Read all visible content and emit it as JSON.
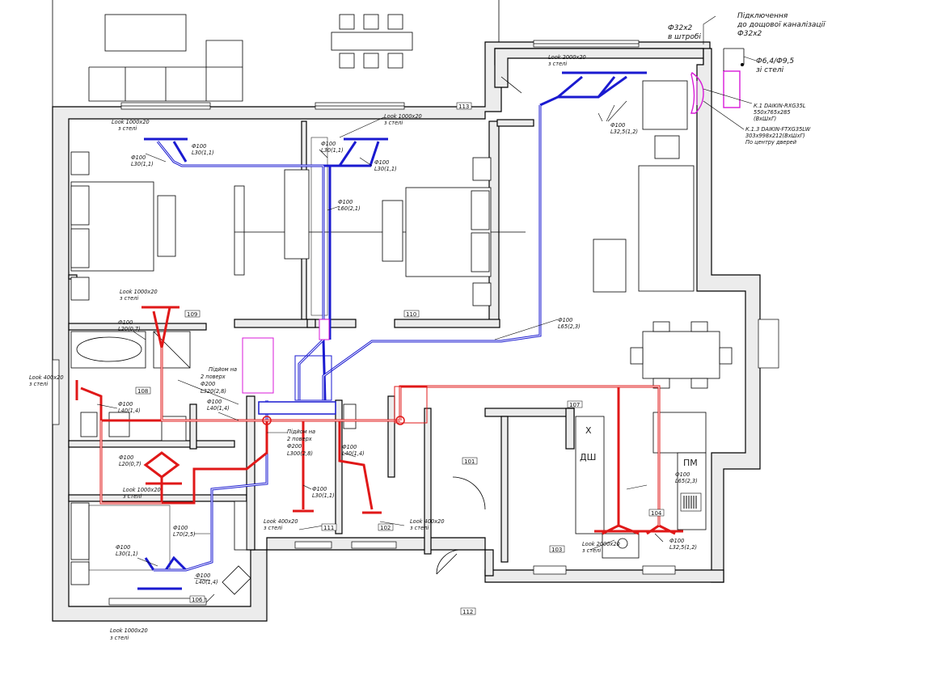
{
  "colors": {
    "supply": "#e01818",
    "exhaust": "#1a1ad0",
    "indoor_unit": "#d81ad8"
  },
  "rooms": [
    {
      "id": "r101",
      "label": "101"
    },
    {
      "id": "r102",
      "label": "102"
    },
    {
      "id": "r103",
      "label": "103"
    },
    {
      "id": "r104",
      "label": "104"
    },
    {
      "id": "r106",
      "label": "106"
    },
    {
      "id": "r107",
      "label": "107"
    },
    {
      "id": "r108",
      "label": "108"
    },
    {
      "id": "r109",
      "label": "109"
    },
    {
      "id": "r110",
      "label": "110"
    },
    {
      "id": "r111",
      "label": "111"
    },
    {
      "id": "r112",
      "label": "112"
    },
    {
      "id": "r113",
      "label": "113"
    }
  ],
  "kitchen": {
    "fridge": "Х",
    "dishwasher": "ДШ",
    "washer": "ПМ"
  },
  "drain": {
    "title_1": "Підключення",
    "title_2": "до дощової каналізації",
    "title_3": "Ф32х2",
    "in_wall_1": "Ф32х2",
    "in_wall_2": "в штробі",
    "pipes_1": "Ф6,4/Ф9,5",
    "pipes_2": "зі стелі"
  },
  "units": {
    "outdoor_1": "К.1 DAIKIN-RXG35L",
    "outdoor_2": "550х765х285",
    "outdoor_3": "(ВхШхГ)",
    "indoor_1": "К.1.3 DAIKIN-FTXG35LW",
    "indoor_2": "303х998х212(ВхШхГ)",
    "indoor_3": "По центру дверей"
  },
  "labels": {
    "look_top_right": [
      "Look 2000х20",
      "з стелі"
    ],
    "look_bed1": [
      "Look 1000х20",
      "з стелі"
    ],
    "look_bed2": [
      "Look 1000х20",
      "з стелі"
    ],
    "look_bath": [
      "Look 1000х20",
      "з стелі"
    ],
    "look_left": [
      "Look 400х20",
      "з стелі"
    ],
    "look_mid_left": [
      "Look 1000х20",
      "з стелі"
    ],
    "look_bottom": [
      "Look 1000х20",
      "з стелі"
    ],
    "look_111": [
      "Look 400х20",
      "з стелі"
    ],
    "look_102": [
      "Look 400х20",
      "з стелі"
    ],
    "look_kitchen": [
      "Look 2000х20",
      "з стелі"
    ],
    "d_bed1": [
      "Ф100",
      "L30(1,1)"
    ],
    "d_bed1b": [
      "Ф100",
      "L30(1,1)"
    ],
    "d_bed2a": [
      "Ф100",
      "L30(1,1)"
    ],
    "d_bed2b": [
      "Ф100",
      "L30(1,1)"
    ],
    "d_l60": [
      "Ф100",
      "L60(2,1)"
    ],
    "d_top_right": [
      "Ф100",
      "L32,5(1,2)"
    ],
    "d_l65": [
      "Ф100",
      "L65(2,3)"
    ],
    "d_bath": [
      "Ф100",
      "L20(0,7)"
    ],
    "d_108": [
      "Ф100",
      "L40(1,4)"
    ],
    "d_l20": [
      "Ф100",
      "L20(0,7)"
    ],
    "podium1": [
      "Підйом на",
      "2 поверх",
      "Ф200",
      "L320(2,8)"
    ],
    "d_l40a": [
      "Ф100",
      "L40(1,4)"
    ],
    "podium2": [
      "Підйом на",
      "2 поверх",
      "Ф200",
      "L300(2,8)"
    ],
    "d_l40b": [
      "Ф100",
      "L40(1,4)"
    ],
    "d_111": [
      "Ф100",
      "L30(1,1)"
    ],
    "d_l70": [
      "Ф100",
      "L70(2,5)"
    ],
    "d_107": [
      "Ф100",
      "L30(1,1)"
    ],
    "d_l40c": [
      "Ф100",
      "L40(1,4)"
    ],
    "d_kit_65": [
      "Ф100",
      "L65(2,3)"
    ],
    "d_kit_32": [
      "Ф100",
      "L32,5(1,2)"
    ]
  }
}
